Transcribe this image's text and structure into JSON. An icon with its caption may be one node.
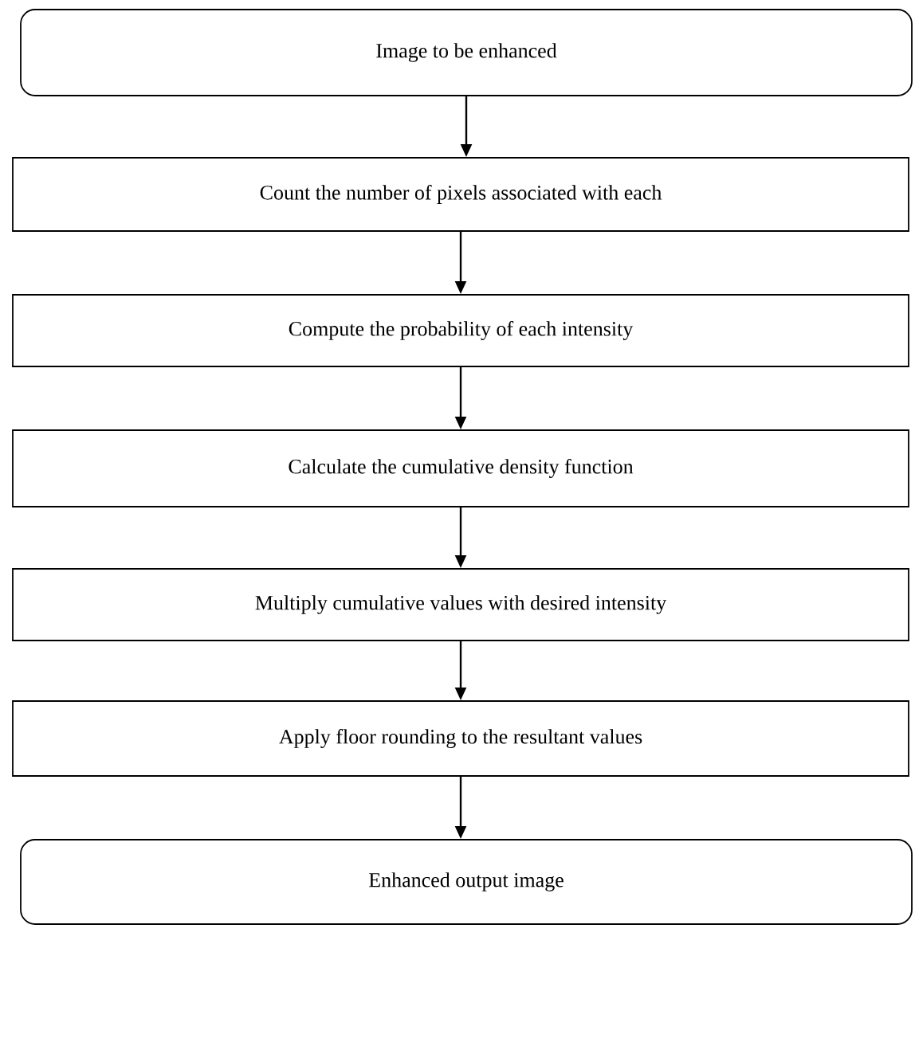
{
  "diagram": {
    "nodes": [
      {
        "text": [
          "Image to be enhanced"
        ]
      },
      {
        "text": [
          "Count the number of pixels associated with each"
        ]
      },
      {
        "text": [
          "Compute the probability of each intensity"
        ]
      },
      {
        "text": [
          "Calculate the cumulative density function"
        ]
      },
      {
        "text": [
          "Multiply cumulative values with desired intensity"
        ]
      },
      {
        "text": [
          "Apply floor rounding to the resultant values"
        ]
      },
      {
        "text": [
          "Enhanced output image"
        ]
      }
    ],
    "edges": [
      {
        "from": 0,
        "to": 1,
        "arrow": "to"
      },
      {
        "from": 1,
        "to": 2,
        "arrow": "to"
      },
      {
        "from": 2,
        "to": 3,
        "arrow": "to"
      },
      {
        "from": 3,
        "to": 4,
        "arrow": "to"
      },
      {
        "from": 4,
        "to": 5,
        "arrow": "to"
      },
      {
        "from": 5,
        "to": 6,
        "arrow": "to"
      }
    ]
  }
}
